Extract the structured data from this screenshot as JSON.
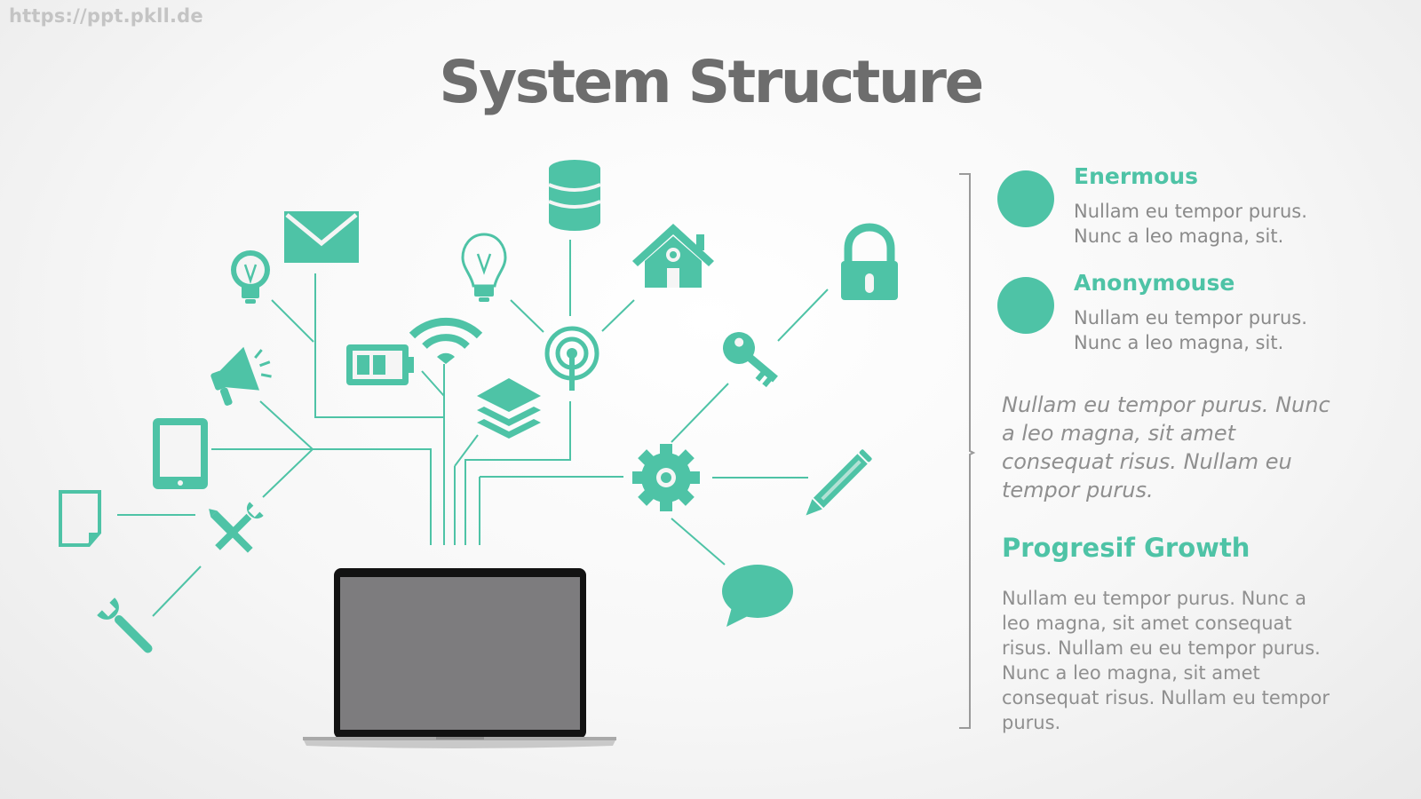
{
  "watermark": "https://ppt.pkll.de",
  "title": "System Structure",
  "colors": {
    "accent": "#4ec3a6",
    "title": "#6d6d6d",
    "text": "#8a8a8a",
    "laptop_screen": "#7d7c7e"
  },
  "diagram": {
    "icons": [
      "bulb-icon",
      "mail-icon",
      "bulb-icon",
      "database-icon",
      "home-icon",
      "lock-icon",
      "megaphone-icon",
      "battery-icon",
      "wifi-icon",
      "broadcast-icon",
      "key-icon",
      "tablet-icon",
      "layers-icon",
      "gear-icon",
      "pencil-icon",
      "document-icon",
      "tools-icon",
      "wrench-icon",
      "chat-bubble-icon",
      "laptop-icon"
    ]
  },
  "items": [
    {
      "title": "Enermous",
      "text": "Nullam eu tempor purus. Nunc a leo magna, sit."
    },
    {
      "title": "Anonymouse",
      "text": "Nullam eu tempor purus. Nunc a leo magna, sit."
    }
  ],
  "quote": "Nullam eu tempor purus. Nunc a leo magna, sit amet consequat risus. Nullam eu tempor purus.",
  "growth": {
    "title": "Progresif Growth",
    "text": "Nullam eu tempor purus. Nunc a leo magna, sit amet consequat risus. Nullam eu eu tempor purus. Nunc a leo magna, sit amet consequat risus. Nullam eu tempor purus."
  }
}
